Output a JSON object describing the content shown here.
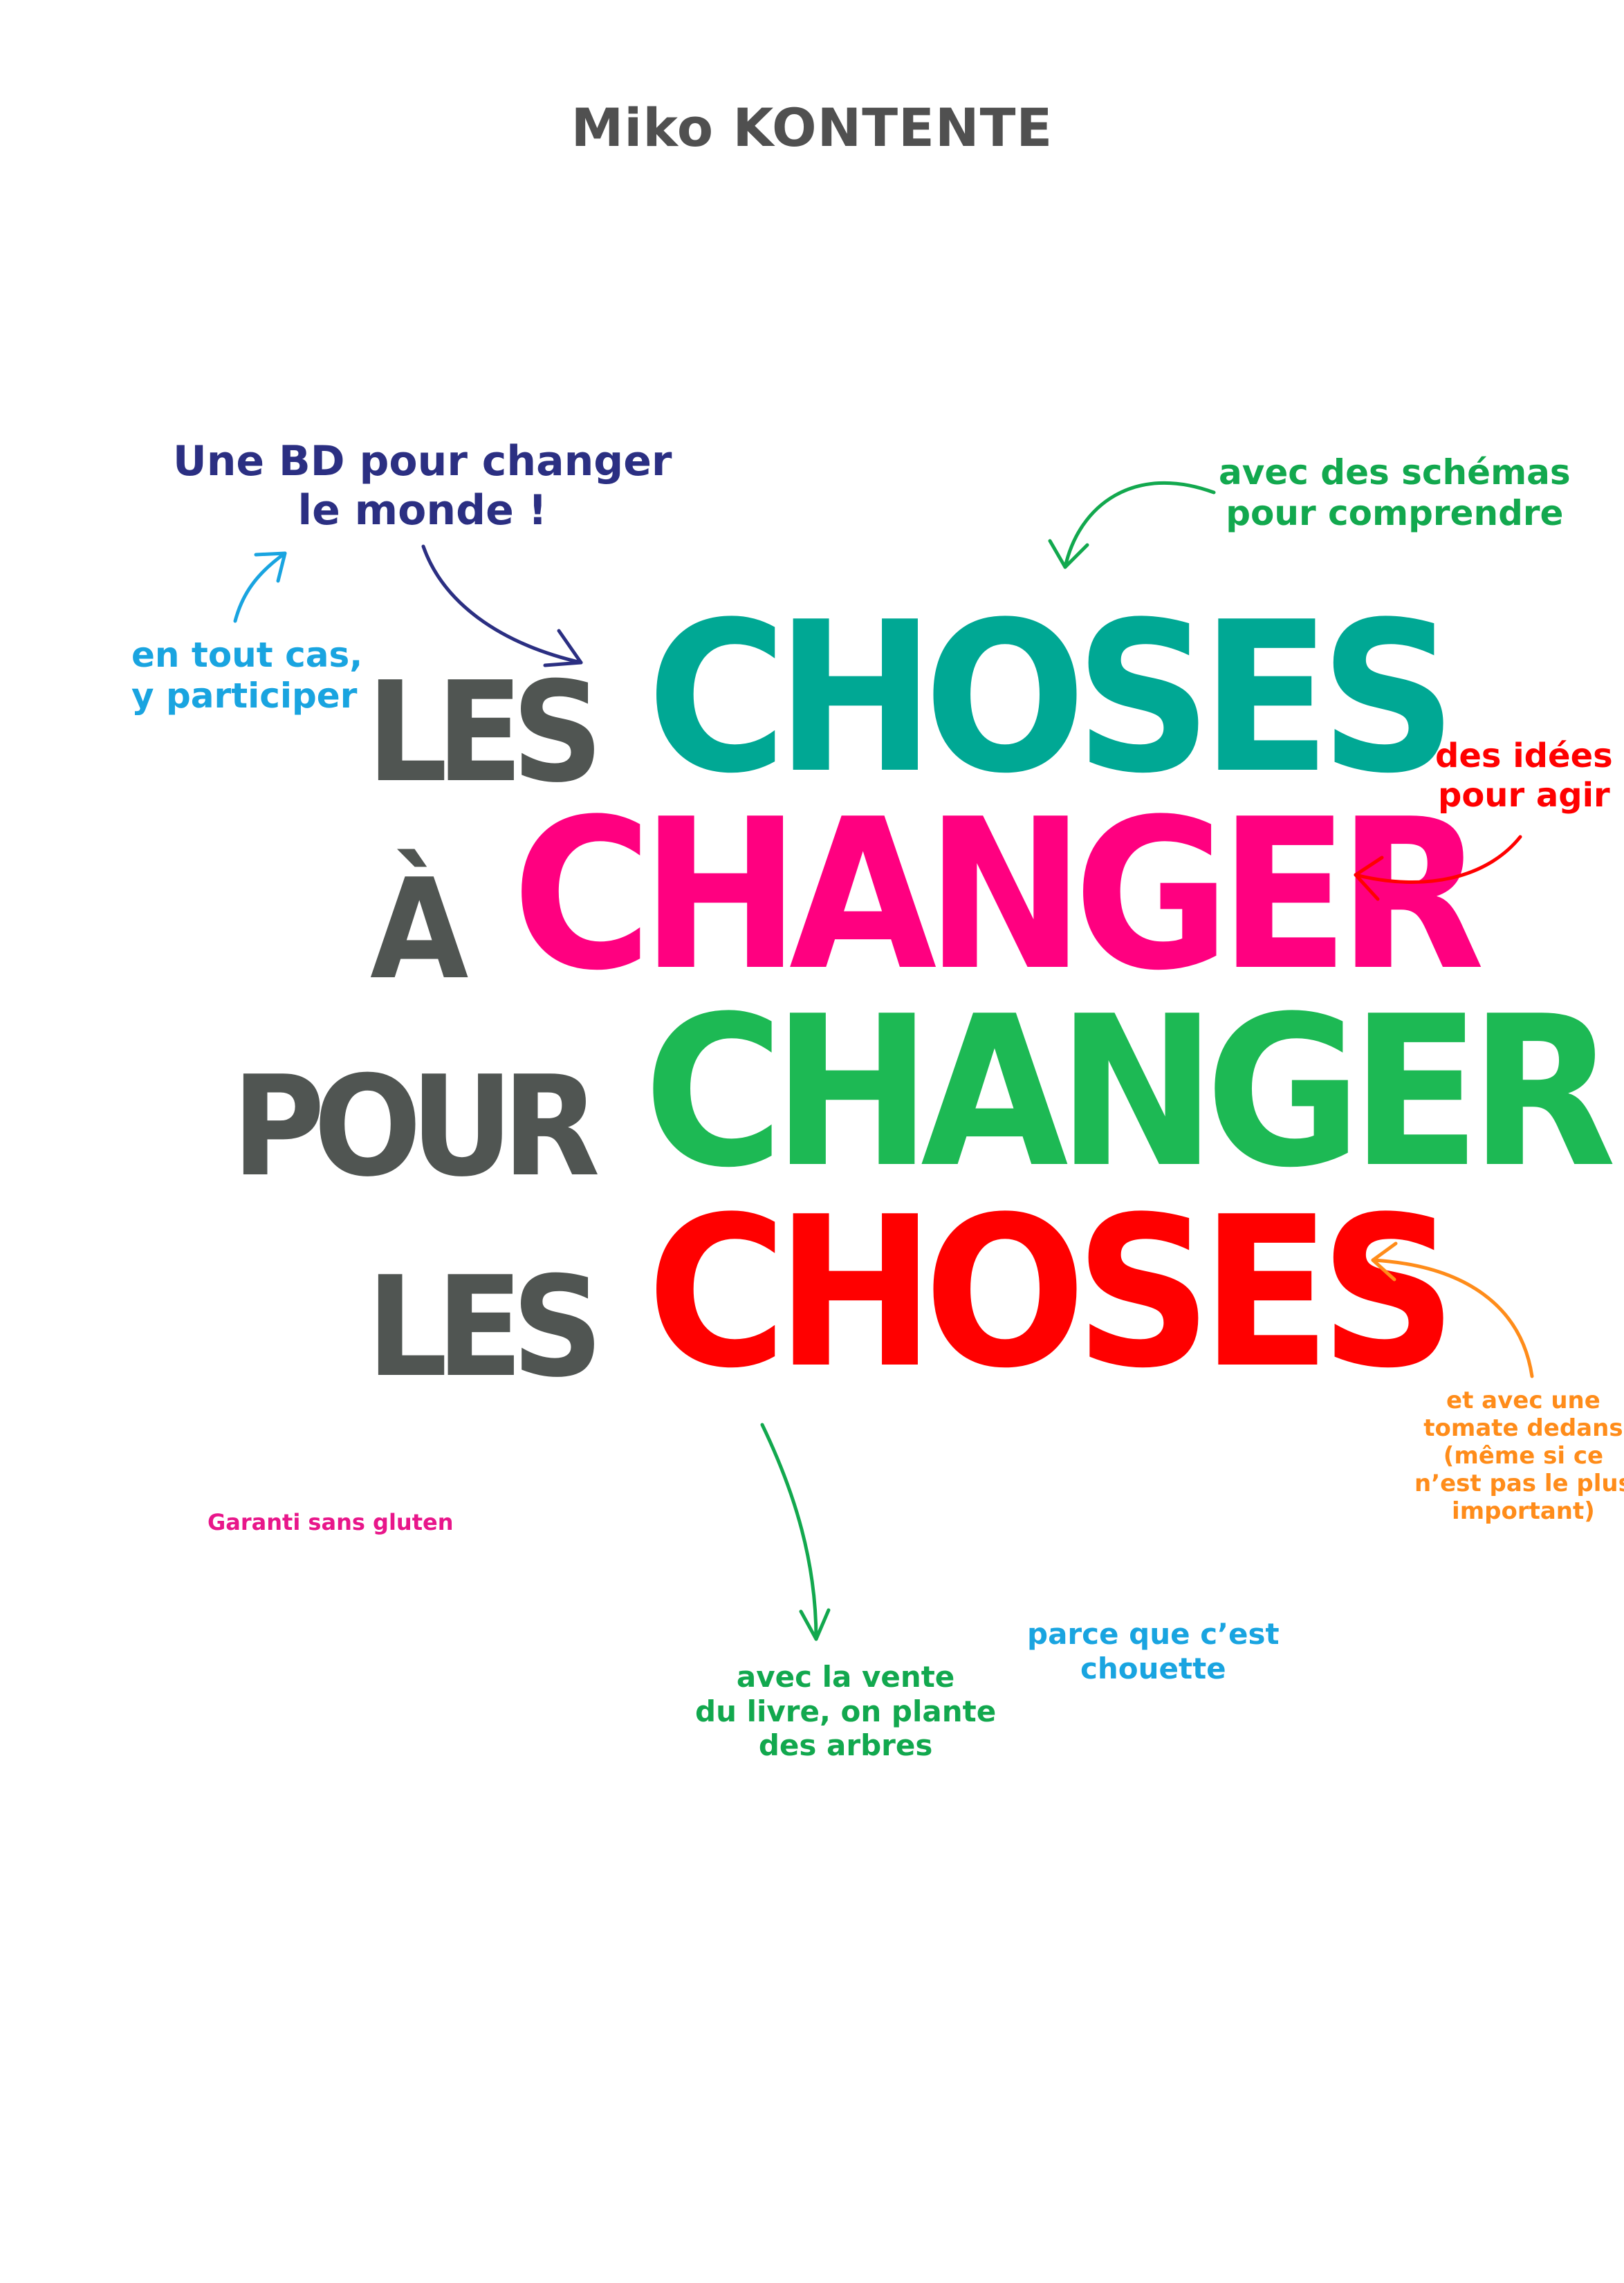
{
  "author": "Miko KONTENTE",
  "title": {
    "line1": {
      "prefix": "LES",
      "main": "CHOSES"
    },
    "line2": {
      "prefix": "À",
      "main": "CHANGER"
    },
    "line3": {
      "prefix": "POUR",
      "main": "CHANGER"
    },
    "line4": {
      "prefix": "LES",
      "main": "CHOSES"
    }
  },
  "notes": {
    "bd": [
      "Une BD pour changer",
      "le monde !"
    ],
    "participer": [
      "en tout cas,",
      "y participer"
    ],
    "schemas": [
      "avec des schémas",
      "pour comprendre"
    ],
    "idees": [
      "des idées",
      "pour agir"
    ],
    "tomate": [
      "et avec une",
      "tomate dedans",
      "(même si ce",
      "n’est pas le plus",
      "important)"
    ],
    "gluten": "Garanti sans gluten",
    "arbres": [
      "avec la vente",
      "du livre, on plante",
      "des arbres"
    ],
    "chouette": [
      "parce que c’est",
      "chouette"
    ]
  },
  "colors": {
    "grey": "#505552",
    "teal": "#00A894",
    "pink": "#FF0080",
    "green": "#1DB954",
    "red": "#FF0000",
    "navy": "#2B2F82",
    "cyan": "#19A4E0",
    "note_green": "#12A84E",
    "orange": "#FF8C1A"
  }
}
